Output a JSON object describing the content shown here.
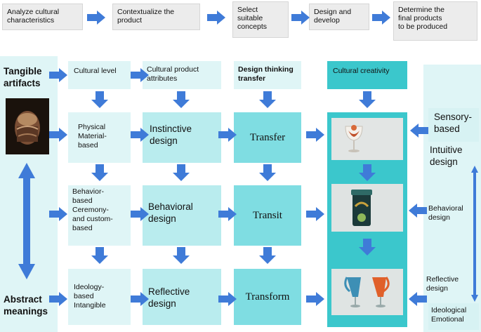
{
  "process_steps": [
    "Analyze cultural\ncharacteristics",
    "Contextualize  the\nproduct",
    "Select\nsuitable\nconcepts",
    "Design and\ndevelop",
    "Determine  the\nfinal products\nto be produced"
  ],
  "left": {
    "top_label": "Tangible\nartifacts",
    "bottom_label": "Abstract\nmeanings"
  },
  "headers": {
    "cultural_level": "Cultural level",
    "product_attributes": "Cultural product\nattributes",
    "design_thinking": "Design thinking\ntransfer",
    "cultural_creativity": "Cultural creativity"
  },
  "levels": [
    "Physical\nMaterial-\nbased",
    "Behavior-\nbased\nCeremony-\nand custom-\nbased",
    "Ideology-\nbased\nIntangible"
  ],
  "designs": [
    "Instinctive\ndesign",
    "Behavioral\ndesign",
    "Reflective\ndesign"
  ],
  "transfers": [
    "Transfer",
    "Transit",
    "Transform"
  ],
  "right": {
    "sensory": "Sensory-\nbased",
    "intuitive": "Intuitive\ndesign",
    "behavioral": "Behavioral\ndesign",
    "reflective": "Reflective\ndesign",
    "ideological": "Ideological\nEmotional"
  },
  "colors": {
    "arrow": "#3f7bd8",
    "light": "#dff5f6",
    "medium": "#b9ecee",
    "dark": "#7fdde2",
    "turquoise": "#3bc7cc"
  }
}
